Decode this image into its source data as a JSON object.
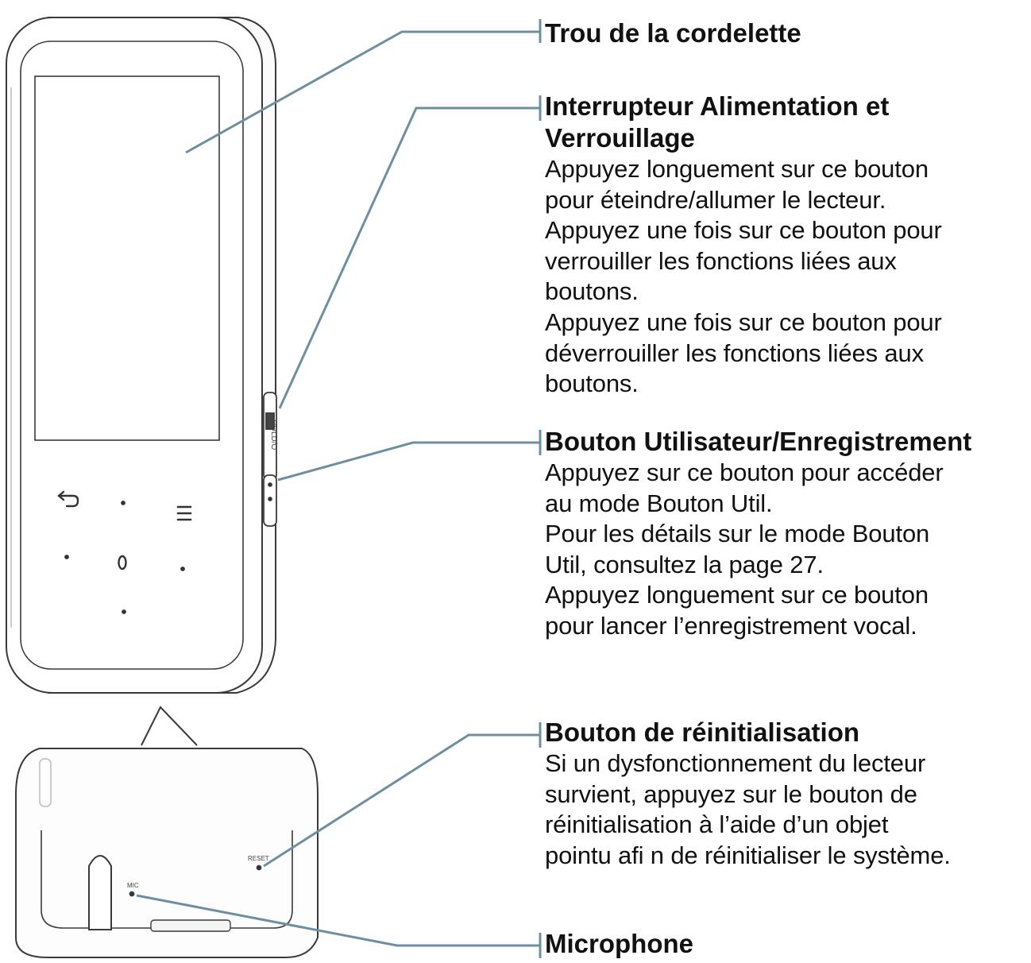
{
  "callouts": [
    {
      "title": "Trou de la cordelette",
      "body": ""
    },
    {
      "title": "Interrupteur Alimentation et\nVerrouillage",
      "body": "Appuyez longuement sur ce bouton\npour éteindre/allumer le lecteur.\nAppuyez une fois sur ce bouton pour\nverrouiller les fonctions liées aux\nboutons.\nAppuyez une fois sur ce bouton pour\ndéverrouiller les fonctions liées aux\nboutons."
    },
    {
      "title": "Bouton Utilisateur/Enregistrement",
      "body": "Appuyez sur ce bouton pour accéder\nau mode Bouton Util.\nPour les détails sur le mode Bouton\nUtil, consultez la page 27.\nAppuyez longuement sur ce bouton\npour lancer l’enregistrement vocal."
    },
    {
      "title": "Bouton de réinitialisation",
      "body": "Si un dysfonctionnement du lecteur\nsurvient, appuyez sur le bouton de\nréinitialisation à l’aide d’un objet\npointu afi n de réinitialiser le système."
    },
    {
      "title": "Microphone",
      "body": ""
    }
  ],
  "device_labels": {
    "side_switch": "HOLD/O",
    "reset": "RESET",
    "mic": "MIC"
  },
  "colors": {
    "leader_line": "#6e8fa0",
    "device_outline": "#3a3a3a"
  },
  "icons": [
    "back-icon",
    "menu-icon",
    "home-icon"
  ]
}
